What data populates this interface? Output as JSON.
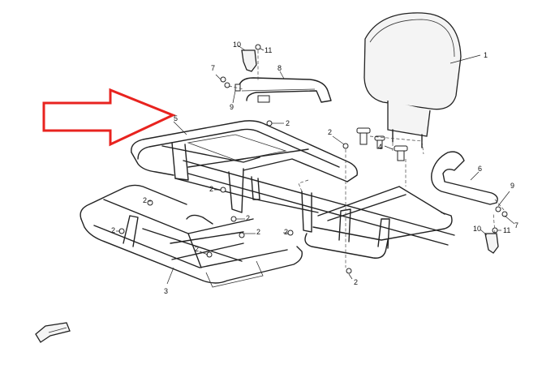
{
  "diagram": {
    "labels": [
      {
        "id": "seat-pad",
        "text": "1"
      },
      {
        "id": "bolt-a",
        "text": "2"
      },
      {
        "id": "bolt-b",
        "text": "2"
      },
      {
        "id": "bolt-c",
        "text": "2"
      },
      {
        "id": "bolt-d",
        "text": "2"
      },
      {
        "id": "bolt-e",
        "text": "2"
      },
      {
        "id": "bolt-f",
        "text": "2"
      },
      {
        "id": "bolt-g",
        "text": "2"
      },
      {
        "id": "bolt-h",
        "text": "2"
      },
      {
        "id": "bolt-i",
        "text": "2"
      },
      {
        "id": "bolt-j",
        "text": "2"
      },
      {
        "id": "front-rack",
        "text": "3"
      },
      {
        "id": "bushing",
        "text": "4"
      },
      {
        "id": "rear-rack",
        "text": "5"
      },
      {
        "id": "right-grab-handle",
        "text": "6"
      },
      {
        "id": "washer-right",
        "text": "7"
      },
      {
        "id": "washer-left",
        "text": "7"
      },
      {
        "id": "left-grab-handle",
        "text": "8"
      },
      {
        "id": "spacer-left",
        "text": "9"
      },
      {
        "id": "spacer-right",
        "text": "9"
      },
      {
        "id": "bracket-left",
        "text": "10"
      },
      {
        "id": "bracket-right",
        "text": "10"
      },
      {
        "id": "nut-left",
        "text": "11"
      },
      {
        "id": "nut-right",
        "text": "11"
      }
    ],
    "arrow_color": "#e8231f",
    "line_color": "#222222"
  }
}
